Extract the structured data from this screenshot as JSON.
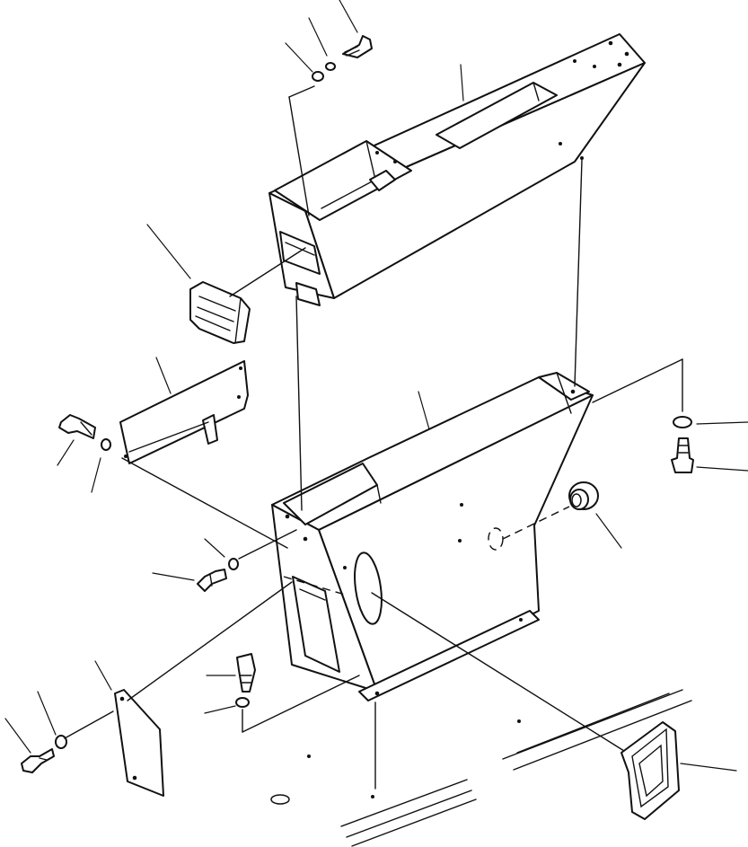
{
  "figure": {
    "kind": "exploded-parts-diagram",
    "background": "#ffffff",
    "line_color": "#111111"
  },
  "parts": [
    {
      "id": "upper-console-housing",
      "icon": "box-housing-icon"
    },
    {
      "id": "lower-console-housing",
      "icon": "box-housing-icon"
    },
    {
      "id": "side-cover-plate",
      "icon": "plate-icon"
    },
    {
      "id": "access-cover-plate",
      "icon": "plate-icon"
    },
    {
      "id": "rubber-grommet",
      "icon": "grommet-icon"
    },
    {
      "id": "upper-rubber-boot",
      "icon": "boot-icon"
    },
    {
      "id": "lower-rubber-boot",
      "icon": "boot-icon"
    },
    {
      "id": "bolts",
      "icon": "bolt-icon"
    },
    {
      "id": "washers",
      "icon": "washer-icon"
    }
  ]
}
